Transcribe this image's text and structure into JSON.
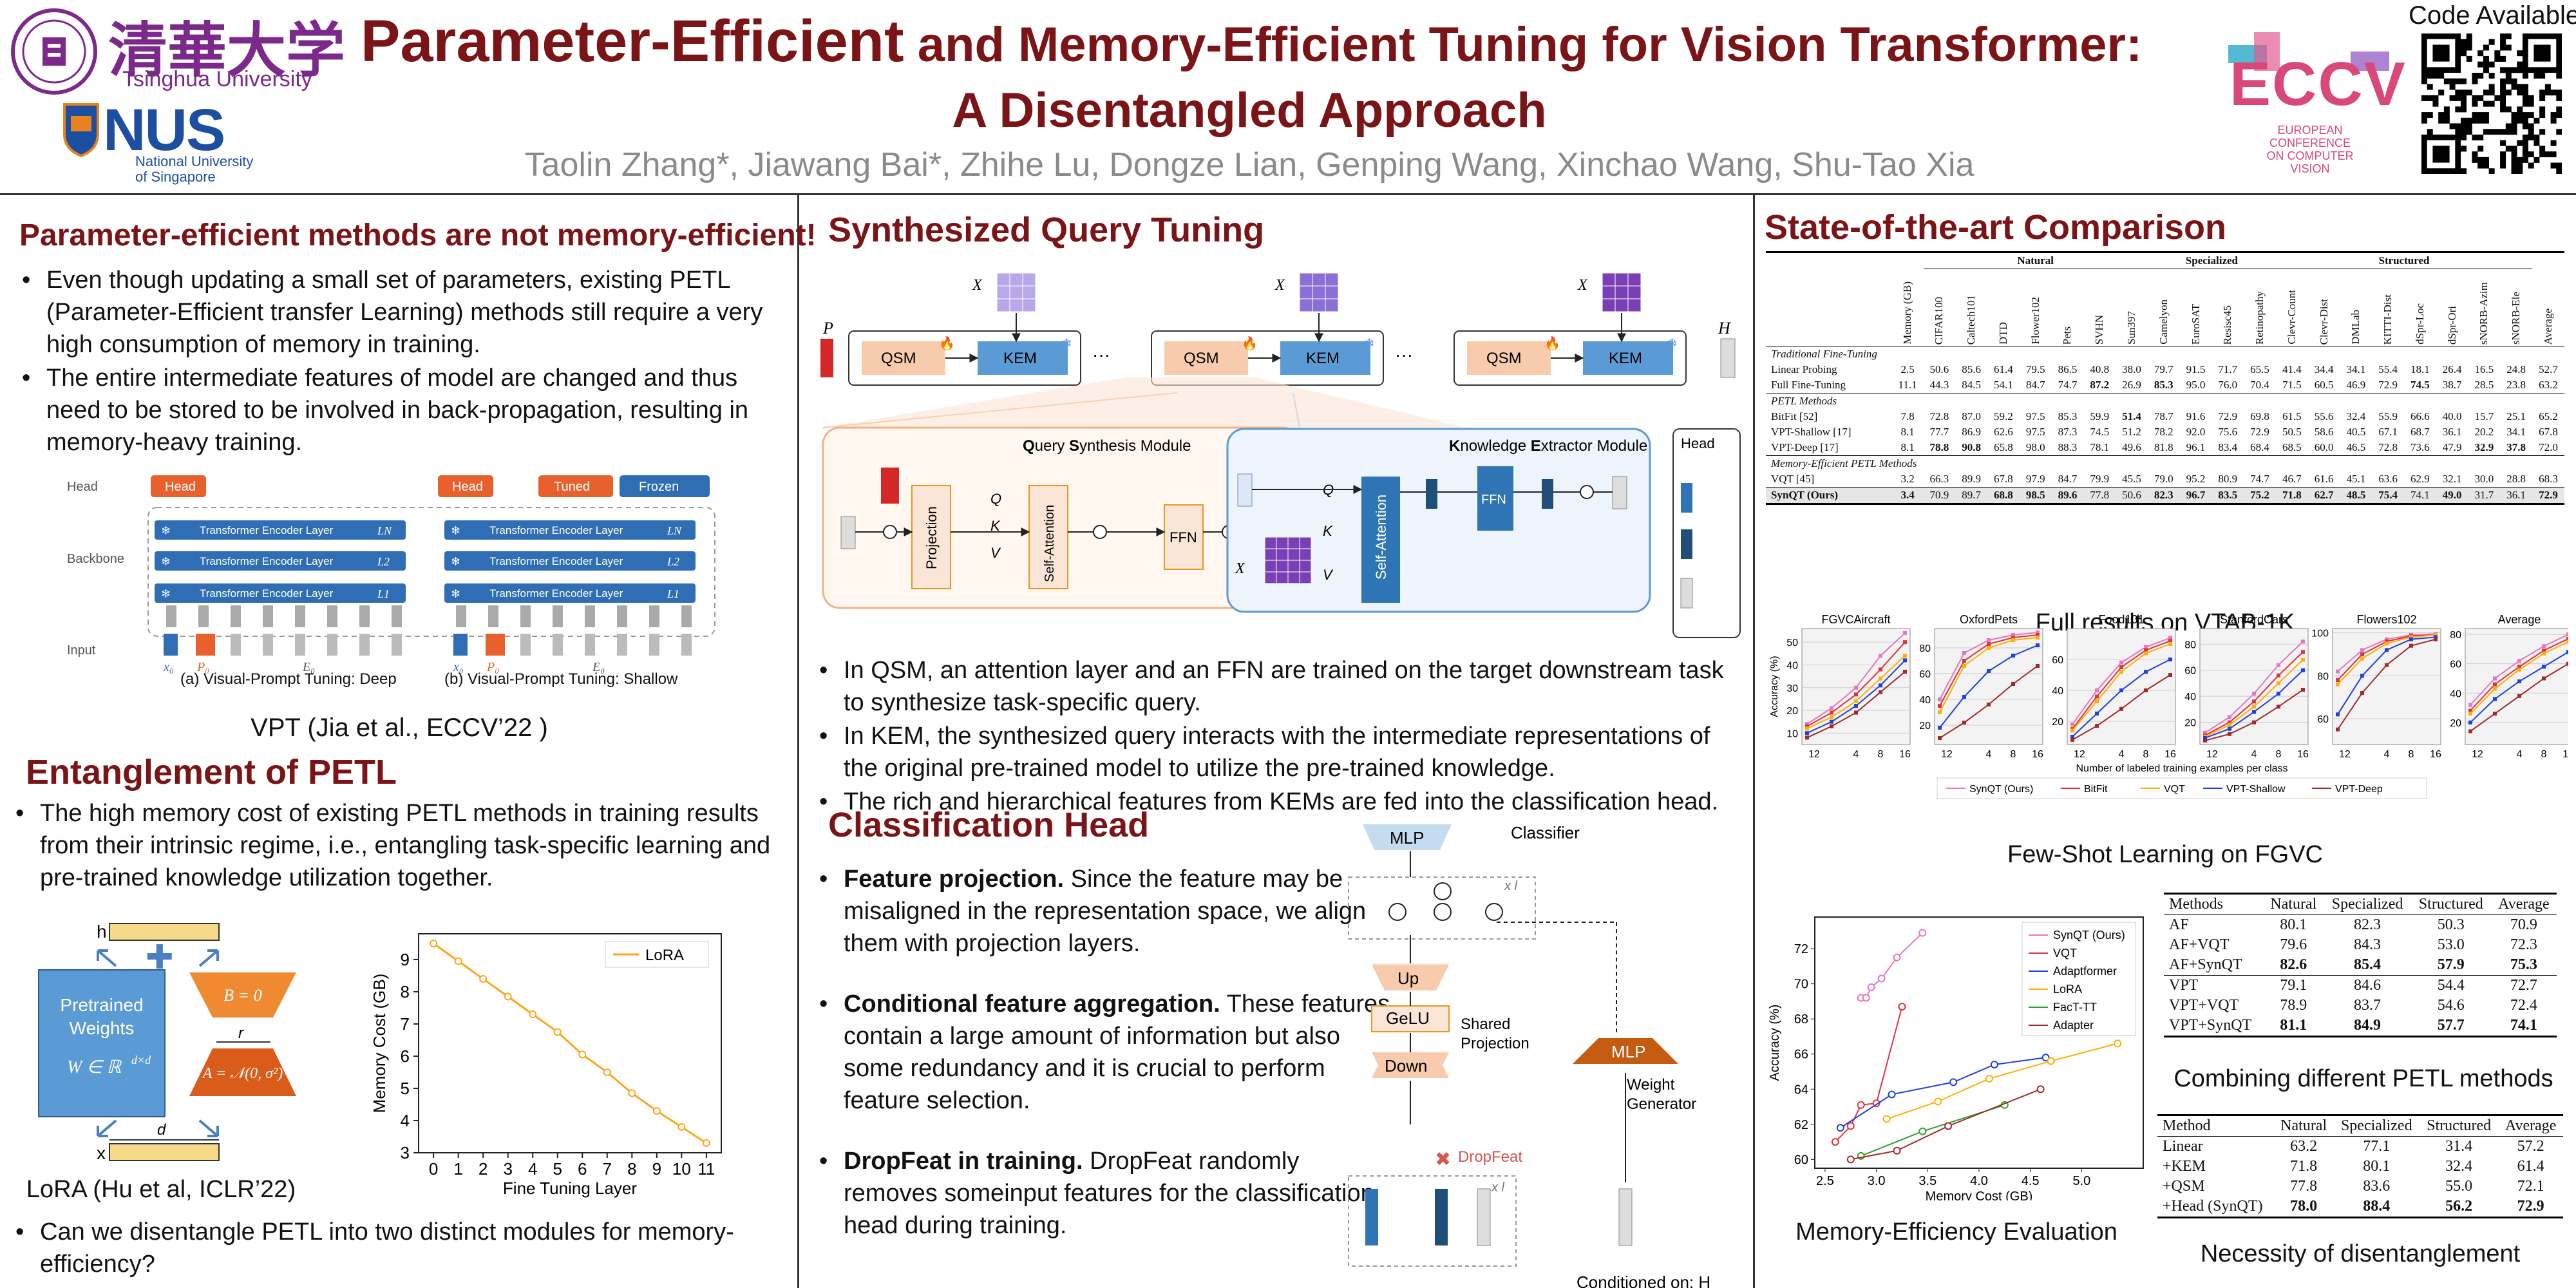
{
  "header": {
    "tsinghua_cn": "清華大学",
    "tsinghua_en": "Tsinghua University",
    "nus": "NUS",
    "nus_sub1": "National University",
    "nus_sub2": "of Singapore",
    "title_line1_big": "Parameter-Efficient",
    "title_line1_rest": " and Memory-Efficient Tuning for Vision Transformer:",
    "title_line2": "A Disentangled Approach",
    "authors": "Taolin Zhang*, Jiawang Bai*, Zhihe Lu, Dongze Lian, Genping Wang, Xinchao Wang, Shu-Tao Xia",
    "code_available": "Code Available",
    "eccv": "ECCV",
    "eccv_sub1": "EUROPEAN",
    "eccv_sub2": "CONFERENCE",
    "eccv_sub3": "ON COMPUTER",
    "eccv_sub4": "VISION"
  },
  "col1": {
    "sec1_title": "Parameter-efficient methods are not memory-efficient!",
    "sec1_b1": "Even though updating a small set of parameters, existing PETL (Parameter-Efficient transfer Learning) methods still require a very high consumption of memory in training.",
    "sec1_b2": "The entire intermediate features of model are changed and thus need to be stored to be involved in back-propagation, resulting in memory-heavy training.",
    "vpt": {
      "head_row": "Head",
      "backbone_row": "Backbone",
      "input_row": "Input",
      "head_box": "Head",
      "tuned": "Tuned",
      "frozen": "Frozen",
      "layer": "Transformer Encoder Layer",
      "ln": "L",
      "cap_a": "(a) Visual-Prompt Tuning:  Deep",
      "cap_b": "(b) Visual-Prompt Tuning:  Shallow",
      "x0": "x",
      "p0": "P",
      "e0": "E"
    },
    "vpt_caption": "VPT (Jia et al., ECCV’22 )",
    "sec2_title": "Entanglement of PETL",
    "sec2_b1": "The high memory cost of existing PETL methods in training results from their intrinsic regime, i.e., entangling task-specific learning and pre-trained knowledge utilization together.",
    "lora": {
      "h": "h",
      "x": "x",
      "pretrained1": "Pretrained",
      "pretrained2": "Weights",
      "w": "W ∈ ℝ",
      "w_sup": "d×d",
      "b": "B = 0",
      "a": "A = 𝒩(0, σ²)",
      "r": "r",
      "d": "d"
    },
    "lora_caption": "LoRA (Hu et al, ICLR’22)",
    "q_bullet": "Can we disentangle PETL into two distinct modules for memory-efficiency?"
  },
  "lora_chart_data": {
    "type": "line",
    "series": [
      {
        "name": "LoRA",
        "values": [
          9.5,
          8.95,
          8.4,
          7.85,
          7.3,
          6.75,
          6.05,
          5.5,
          4.85,
          4.3,
          3.8,
          3.3
        ]
      }
    ],
    "x": [
      0,
      1,
      2,
      3,
      4,
      5,
      6,
      7,
      8,
      9,
      10,
      11
    ],
    "xlabel": "Fine Tuning Layer",
    "ylabel": "Memory Cost (GB)",
    "ylim": [
      3,
      9.8
    ],
    "yticks": [
      3,
      4,
      5,
      6,
      7,
      8,
      9
    ]
  },
  "col2": {
    "sec_title": "Synthesized Query Tuning",
    "qsm": "QSM",
    "kem": "KEM",
    "xi": "X",
    "p1": "P",
    "ht": "H",
    "qsm_title_q": "Q",
    "qsm_title": "uery ",
    "qsm_title_s": "S",
    "qsm_title_rest": "ynthesis Module",
    "kem_title_k": "K",
    "kem_title": "nowledge ",
    "kem_title_e": "E",
    "kem_title_rest": "xtractor Module",
    "head": "Head",
    "projection": "Projection",
    "self_attention": "Self-Attention",
    "ffn": "FFN",
    "q": "Q",
    "k": "K",
    "v": "V",
    "b1": "In QSM, an attention layer and an FFN are trained on the target downstream task to synthesize task-specific query.",
    "b2": "In KEM, the synthesized query interacts with the intermediate representations of the original pre-trained model to utilize the pre-trained knowledge.",
    "b3": "The rich and hierarchical features from KEMs are fed into the classification head.",
    "sec2_title": "Classification Head",
    "cb1_bold": "Feature projection.",
    "cb1": " Since the feature may be misaligned in the representation space, we align them with projection layers.",
    "cb2_bold": "Conditional feature aggregation.",
    "cb2": " These features contain a large amount of information but also some redundancy and it is crucial to perform feature selection.",
    "cb3_bold": "DropFeat in training.",
    "cb3": " DropFeat randomly removes someinput features for the classification head during training.",
    "mlp": "MLP",
    "classifier": "Classifier",
    "up": "Up",
    "gelu": "GeLU",
    "down": "Down",
    "shared": "Shared",
    "projection2": "Projection",
    "weight": "Weight",
    "generator": "Generator",
    "dropfeat": "DropFeat",
    "xl": "x l",
    "conditioned": "Conditioned on: H"
  },
  "col3": {
    "sec_title": "State-of-the-art Comparison",
    "vtab_caption": "Full results on VTAB-1K",
    "fgvc_caption": "Few-Shot Learning on FGVC",
    "mem_caption": "Memory-Efficiency Evaluation",
    "comb_caption": "Combining different PETL methods",
    "nec_caption": "Necessity of disentanglement"
  },
  "vtab": {
    "groups": [
      "Natural",
      "Specialized",
      "Structured"
    ],
    "cols": [
      "Memory (GB)",
      "CIFAR100",
      "Caltech101",
      "DTD",
      "Flower102",
      "Pets",
      "SVHN",
      "Sun397",
      "Camelyon",
      "EuroSAT",
      "Resisc45",
      "Retinopathy",
      "Clevr-Count",
      "Clevr-Dist",
      "DMLab",
      "KITTI-Dist",
      "dSpr-Loc",
      "dSpr-Ori",
      "sNORB-Azim",
      "sNORB-Ele",
      "Average"
    ],
    "sections": [
      {
        "label": "Traditional Fine-Tuning",
        "rows": [
          {
            "name": "Linear Probing",
            "vals": [
              "2.5",
              "50.6",
              "85.6",
              "61.4",
              "79.5",
              "86.5",
              "40.8",
              "38.0",
              "79.7",
              "91.5",
              "71.7",
              "65.5",
              "41.4",
              "34.4",
              "34.1",
              "55.4",
              "18.1",
              "26.4",
              "16.5",
              "24.8",
              "52.7"
            ],
            "bold": []
          },
          {
            "name": "Full Fine-Tuning",
            "vals": [
              "11.1",
              "44.3",
              "84.5",
              "54.1",
              "84.7",
              "74.7",
              "87.2",
              "26.9",
              "85.3",
              "95.0",
              "76.0",
              "70.4",
              "71.5",
              "60.5",
              "46.9",
              "72.9",
              "74.5",
              "38.7",
              "28.5",
              "23.8",
              "63.2"
            ],
            "bold": [
              6,
              8,
              16
            ]
          }
        ]
      },
      {
        "label": "PETL Methods",
        "rows": [
          {
            "name": "BitFit [52]",
            "vals": [
              "7.8",
              "72.8",
              "87.0",
              "59.2",
              "97.5",
              "85.3",
              "59.9",
              "51.4",
              "78.7",
              "91.6",
              "72.9",
              "69.8",
              "61.5",
              "55.6",
              "32.4",
              "55.9",
              "66.6",
              "40.0",
              "15.7",
              "25.1",
              "65.2"
            ],
            "bold": [
              7
            ]
          },
          {
            "name": "VPT-Shallow [17]",
            "vals": [
              "8.1",
              "77.7",
              "86.9",
              "62.6",
              "97.5",
              "87.3",
              "74.5",
              "51.2",
              "78.2",
              "92.0",
              "75.6",
              "72.9",
              "50.5",
              "58.6",
              "40.5",
              "67.1",
              "68.7",
              "36.1",
              "20.2",
              "34.1",
              "67.8"
            ],
            "bold": []
          },
          {
            "name": "VPT-Deep [17]",
            "vals": [
              "8.1",
              "78.8",
              "90.8",
              "65.8",
              "98.0",
              "88.3",
              "78.1",
              "49.6",
              "81.8",
              "96.1",
              "83.4",
              "68.4",
              "68.5",
              "60.0",
              "46.5",
              "72.8",
              "73.6",
              "47.9",
              "32.9",
              "37.8",
              "72.0"
            ],
            "bold": [
              1,
              2,
              18,
              19
            ]
          }
        ]
      },
      {
        "label": "Memory-Efficient PETL Methods",
        "rows": [
          {
            "name": "VQT [45]",
            "vals": [
              "3.2",
              "66.3",
              "89.9",
              "67.8",
              "97.9",
              "84.7",
              "79.9",
              "45.5",
              "79.0",
              "95.2",
              "80.9",
              "74.7",
              "46.7",
              "61.6",
              "45.1",
              "63.6",
              "62.9",
              "32.1",
              "30.0",
              "28.8",
              "68.3"
            ],
            "bold": []
          }
        ]
      }
    ],
    "ours": {
      "name": "SynQT (Ours)",
      "vals": [
        "3.4",
        "70.9",
        "89.7",
        "68.8",
        "98.5",
        "89.6",
        "77.8",
        "50.6",
        "82.3",
        "96.7",
        "83.5",
        "75.2",
        "71.8",
        "62.7",
        "48.5",
        "75.4",
        "74.1",
        "49.0",
        "31.7",
        "36.1",
        "72.9"
      ],
      "bold": [
        0,
        3,
        4,
        5,
        8,
        9,
        10,
        11,
        12,
        13,
        14,
        15,
        17,
        20
      ]
    }
  },
  "fgvc_chart_data": {
    "type": "line",
    "x": [
      1,
      2,
      4,
      8,
      16
    ],
    "xticks": [
      "1",
      "2",
      "4",
      "8",
      "16"
    ],
    "ylabel": "Accuracy (%)",
    "xlabel": "Number of labeled training examples per class",
    "legend": [
      "SynQT (Ours)",
      "BitFit",
      "VQT",
      "VPT-Shallow",
      "VPT-Deep"
    ],
    "colors": [
      "#e377c2",
      "#e5313a",
      "#ffb000",
      "#1f3fe0",
      "#a32a2a"
    ],
    "panels": [
      {
        "title": "FGVCAircraft",
        "yticks": [
          10,
          20,
          30,
          40,
          50
        ],
        "ylim": [
          5,
          56
        ],
        "series": [
          [
            14,
            21,
            30,
            44,
            54
          ],
          [
            13,
            19,
            27,
            38,
            50
          ],
          [
            12,
            17,
            24,
            34,
            44
          ],
          [
            10,
            15,
            22,
            31,
            42
          ],
          [
            8,
            13,
            19,
            28,
            37
          ]
        ]
      },
      {
        "title": "OxfordPets",
        "yticks": [
          20,
          40,
          60,
          80
        ],
        "ylim": [
          5,
          95
        ],
        "series": [
          [
            40,
            76,
            86,
            90,
            92
          ],
          [
            35,
            70,
            83,
            88,
            90
          ],
          [
            30,
            66,
            80,
            86,
            88
          ],
          [
            18,
            42,
            62,
            74,
            82
          ],
          [
            10,
            22,
            36,
            52,
            66
          ]
        ]
      },
      {
        "title": "Food101",
        "yticks": [
          20,
          40,
          60
        ],
        "ylim": [
          5,
          80
        ],
        "series": [
          [
            18,
            40,
            58,
            68,
            74
          ],
          [
            15,
            36,
            55,
            66,
            72
          ],
          [
            14,
            33,
            52,
            64,
            70
          ],
          [
            10,
            25,
            40,
            52,
            60
          ],
          [
            8,
            17,
            28,
            40,
            50
          ]
        ]
      },
      {
        "title": "StanfordCars",
        "yticks": [
          20,
          40,
          60,
          80
        ],
        "ylim": [
          3,
          92
        ],
        "series": [
          [
            12,
            24,
            42,
            64,
            82
          ],
          [
            10,
            20,
            36,
            56,
            74
          ],
          [
            9,
            18,
            32,
            50,
            68
          ],
          [
            8,
            15,
            28,
            42,
            60
          ],
          [
            6,
            11,
            20,
            32,
            45
          ]
        ]
      },
      {
        "title": "Flowers102",
        "yticks": [
          60,
          80,
          100
        ],
        "ylim": [
          48,
          102
        ],
        "series": [
          [
            82,
            92,
            97,
            99,
            99.5
          ],
          [
            78,
            90,
            96,
            98.5,
            99
          ],
          [
            76,
            88,
            95,
            98,
            99
          ],
          [
            62,
            80,
            92,
            97,
            98
          ],
          [
            55,
            72,
            85,
            94,
            97
          ]
        ]
      },
      {
        "title": "Average",
        "yticks": [
          20,
          40,
          60,
          80
        ],
        "ylim": [
          5,
          84
        ],
        "series": [
          [
            32,
            50,
            62,
            72,
            80
          ],
          [
            28,
            46,
            58,
            69,
            77
          ],
          [
            26,
            43,
            56,
            67,
            75
          ],
          [
            20,
            36,
            48,
            58,
            68
          ],
          [
            14,
            26,
            38,
            50,
            60
          ]
        ]
      }
    ]
  },
  "mem_chart_data": {
    "type": "line",
    "xlabel": "Memory Cost (GB)",
    "ylabel": "Accuracy (%)",
    "xlim": [
      2.4,
      5.6
    ],
    "ylim": [
      59.5,
      73.8
    ],
    "xticks": [
      2.5,
      3.0,
      3.5,
      4.0,
      4.5,
      5.0
    ],
    "yticks": [
      60,
      62,
      64,
      66,
      68,
      70,
      72
    ],
    "series": [
      {
        "name": "SynQT (Ours)",
        "color": "#e377c2",
        "x": [
          2.85,
          2.9,
          2.95,
          3.05,
          3.2,
          3.45
        ],
        "y": [
          69.2,
          69.2,
          69.8,
          70.3,
          71.5,
          72.9
        ]
      },
      {
        "name": "VQT",
        "color": "#e5313a",
        "x": [
          2.6,
          2.75,
          2.85,
          3.0,
          3.25
        ],
        "y": [
          61.0,
          61.9,
          63.1,
          63.2,
          68.7
        ]
      },
      {
        "name": "Adaptformer",
        "color": "#1f3fe0",
        "x": [
          2.65,
          3.15,
          3.75,
          4.15,
          4.65
        ],
        "y": [
          61.8,
          63.7,
          64.4,
          65.4,
          65.8
        ]
      },
      {
        "name": "LoRA",
        "color": "#ffb000",
        "x": [
          3.1,
          3.6,
          4.1,
          4.7,
          5.35
        ],
        "y": [
          62.3,
          63.3,
          64.6,
          65.6,
          66.6
        ]
      },
      {
        "name": "FacT-TT",
        "color": "#2ca02c",
        "x": [
          2.85,
          3.45,
          4.25
        ],
        "y": [
          60.2,
          61.6,
          63.1
        ]
      },
      {
        "name": "Adapter",
        "color": "#a32a2a",
        "x": [
          2.75,
          3.2,
          3.7,
          4.6
        ],
        "y": [
          60.0,
          60.5,
          61.9,
          64.0
        ]
      }
    ]
  },
  "comb_table": {
    "header": [
      "Methods",
      "Natural",
      "Specialized",
      "Structured",
      "Average"
    ],
    "groups": [
      [
        [
          "AF",
          "80.1",
          "82.3",
          "50.3",
          "70.9"
        ],
        [
          "AF+VQT",
          "79.6",
          "84.3",
          "53.0",
          "72.3"
        ],
        [
          "AF+SynQT",
          "82.6",
          "85.4",
          "57.9",
          "75.3"
        ]
      ],
      [
        [
          "VPT",
          "79.1",
          "84.6",
          "54.4",
          "72.7"
        ],
        [
          "VPT+VQT",
          "78.9",
          "83.7",
          "54.6",
          "72.4"
        ],
        [
          "VPT+SynQT",
          "81.1",
          "84.9",
          "57.7",
          "74.1"
        ]
      ]
    ]
  },
  "nec_table": {
    "header": [
      "Method",
      "Natural",
      "Specialized",
      "Structured",
      "Average"
    ],
    "rows": [
      [
        "Linear",
        "63.2",
        "77.1",
        "31.4",
        "57.2"
      ],
      [
        "+KEM",
        "71.8",
        "80.1",
        "32.4",
        "61.4"
      ],
      [
        "+QSM",
        "77.8",
        "83.6",
        "55.0",
        "72.1"
      ],
      [
        "+Head (SynQT)",
        "78.0",
        "88.4",
        "56.2",
        "72.9"
      ]
    ]
  }
}
